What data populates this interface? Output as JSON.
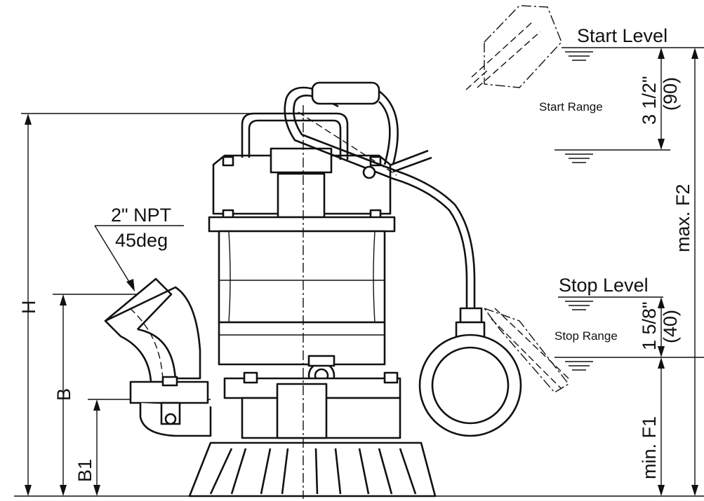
{
  "labels": {
    "start_level": "Start Level",
    "start_range": "Start Range",
    "start_dim_in": "3 1/2\"",
    "start_dim_mm": "(90)",
    "stop_level": "Stop Level",
    "stop_range": "Stop Range",
    "stop_dim_in": "1 5/8\"",
    "stop_dim_mm": "(40)",
    "max_f2": "max. F2",
    "min_f1": "min. F1",
    "outlet_size": "2\" NPT",
    "outlet_angle": "45deg",
    "dim_h": "H",
    "dim_b": "B",
    "dim_b1": "B1"
  }
}
